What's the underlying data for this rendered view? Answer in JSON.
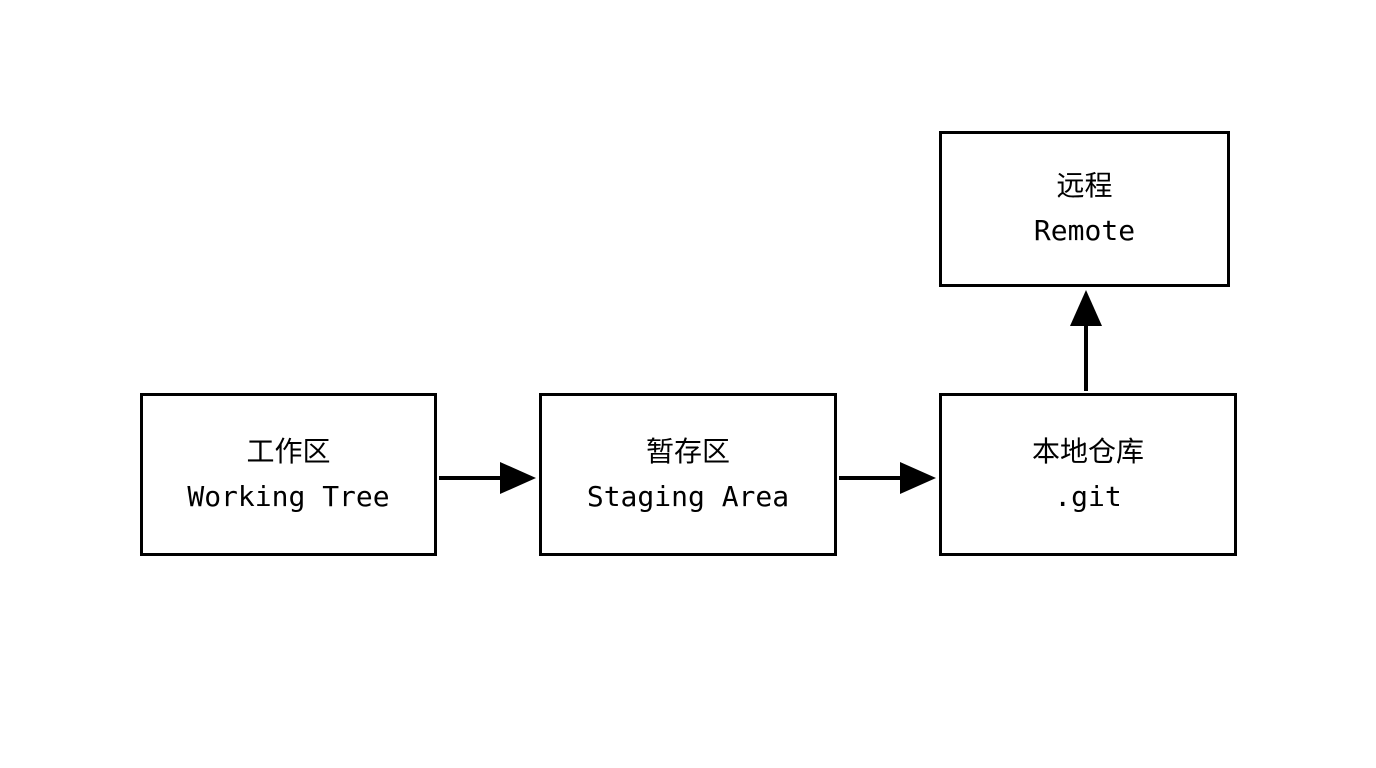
{
  "diagram": {
    "title": "git-areas-flow",
    "colors": {
      "background": "#ffffff",
      "box_border": "#000000",
      "text": "#000000",
      "arrow": "#000000"
    },
    "nodes": [
      {
        "id": "working-tree",
        "label_zh": "工作区",
        "label_en": "Working Tree"
      },
      {
        "id": "staging-area",
        "label_zh": "暂存区",
        "label_en": "Staging Area"
      },
      {
        "id": "local-repo",
        "label_zh": "本地仓库",
        "label_en": ".git"
      },
      {
        "id": "remote",
        "label_zh": "远程",
        "label_en": "Remote"
      }
    ],
    "edges": [
      {
        "from": "working-tree",
        "to": "staging-area",
        "direction": "right"
      },
      {
        "from": "staging-area",
        "to": "local-repo",
        "direction": "right"
      },
      {
        "from": "local-repo",
        "to": "remote",
        "direction": "up"
      }
    ]
  }
}
